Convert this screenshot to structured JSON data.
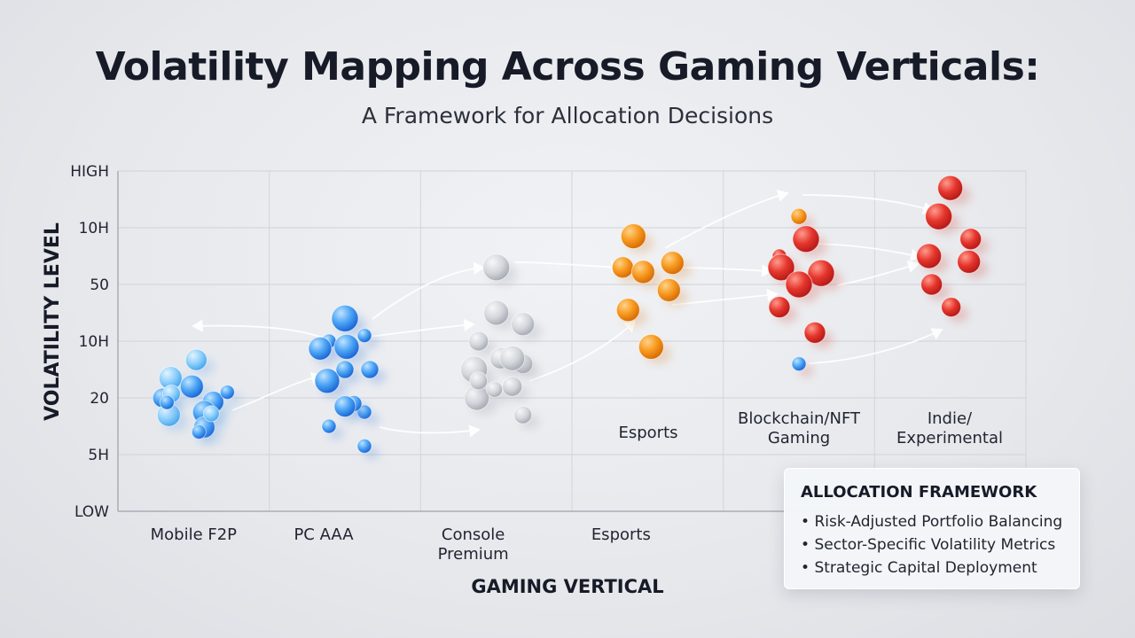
{
  "header": {
    "title": "Volatility Mapping Across Gaming Verticals:",
    "subtitle": "A Framework for Allocation Decisions"
  },
  "chart_data": {
    "type": "scatter",
    "xlabel": "GAMING VERTICAL",
    "ylabel": "VOLATILITY LEVEL",
    "y_ticks": [
      "HIGH",
      "10H",
      "50",
      "10H",
      "20",
      "5H",
      "LOW"
    ],
    "categories": [
      "Mobile F2P",
      "PC AAA",
      "Console Premium",
      "Esports",
      "",
      ""
    ],
    "in_plot_labels": [
      "Esports",
      "Blockchain/NFT Gaming",
      "Indie/ Experimental"
    ],
    "grid": true,
    "series": [
      {
        "category": "Mobile F2P",
        "color": "#3d8ef0",
        "points": [
          2.35,
          2.67,
          2.0,
          2.2,
          2.07,
          1.7,
          1.93,
          1.75,
          1.48,
          1.72,
          1.4,
          1.92,
          2.1
        ]
      },
      {
        "category": "PC AAA",
        "color": "#2f7fe8",
        "points": [
          3.4,
          3.0,
          3.1,
          2.9,
          2.87,
          2.3,
          2.5,
          2.5,
          1.75,
          1.9,
          1.85,
          1.5,
          1.15
        ]
      },
      {
        "category": "Console Premium",
        "color": "#c2c5cb",
        "points": [
          4.3,
          3.5,
          3.3,
          3.0,
          2.7,
          2.0,
          2.5,
          2.3,
          2.2,
          2.6,
          2.7,
          2.15,
          1.7
        ]
      },
      {
        "category": "Esports",
        "color": "#f08a14",
        "points": [
          4.85,
          4.38,
          4.3,
          4.22,
          3.9,
          3.55,
          2.9
        ]
      },
      {
        "category": "Blockchain/NFT Gaming",
        "color": "#e0302a",
        "points": [
          5.2,
          4.8,
          4.5,
          4.2,
          4.3,
          4.0,
          3.6,
          3.15,
          2.6
        ]
      },
      {
        "category": "Indie/ Experimental",
        "color": "#e23a2c",
        "points": [
          5.7,
          5.2,
          4.8,
          4.5,
          4.4,
          4.0,
          3.6
        ]
      }
    ],
    "annotations": [
      {
        "type": "arrow",
        "from": "Mobile F2P",
        "to": "PC AAA"
      },
      {
        "type": "arrow",
        "from": "PC AAA",
        "to": "Console Premium"
      },
      {
        "type": "arrow",
        "from": "Console Premium",
        "to": "Esports"
      },
      {
        "type": "arrow",
        "from": "Esports",
        "to": "Blockchain/NFT Gaming"
      },
      {
        "type": "arrow",
        "from": "Blockchain/NFT Gaming",
        "to": "Indie/ Experimental"
      }
    ]
  },
  "panel": {
    "title": "ALLOCATION FRAMEWORK",
    "items": [
      "Risk-Adjusted Portfolio Balancing",
      "Sector-Specific Volatility Metrics",
      "Strategic Capital Deployment"
    ]
  }
}
